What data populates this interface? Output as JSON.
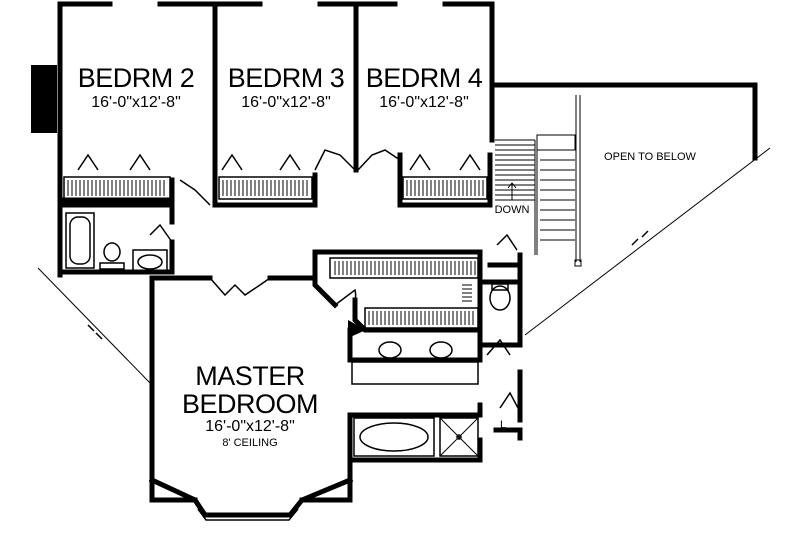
{
  "rooms": {
    "bedroom2": {
      "name": "BEDRM 2",
      "dims": "16'-0\"x12'-8\""
    },
    "bedroom3": {
      "name": "BEDRM 3",
      "dims": "16'-0\"x12'-8\""
    },
    "bedroom4": {
      "name": "BEDRM 4",
      "dims": "16'-0\"x12'-8\""
    },
    "master": {
      "name_line1": "MASTER",
      "name_line2": "BEDROOM",
      "dims": "16'-0\"x12'-8\"",
      "ceiling": "8' CEILING"
    }
  },
  "labels": {
    "open_to_below": "OPEN TO BELOW",
    "stairs_down": "DOWN",
    "linen": "L"
  }
}
